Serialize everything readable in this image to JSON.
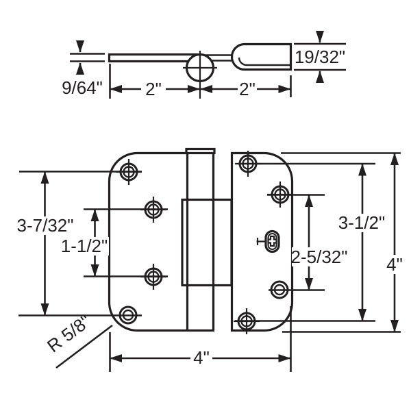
{
  "diagram": {
    "kind": "technical-drawing",
    "subject": "offset hinge dimensional diagram",
    "background": "#ffffff",
    "line_color": "#231f20",
    "side_view": {
      "labels": {
        "leaf_thickness": "9/64\"",
        "left_leaf_length": "2\"",
        "right_leaf_length": "2\"",
        "offset_height": "19/32\""
      }
    },
    "front_view": {
      "labels": {
        "left_hole_span": "3-7/32\"",
        "left_hole_spacing": "1-1/2\"",
        "right_hole_spacing": "2-5/32\"",
        "right_hole_span": "3-1/2\"",
        "overall_height": "4\"",
        "overall_width": "4\"",
        "corner_radius": "R 5/8\""
      }
    }
  }
}
